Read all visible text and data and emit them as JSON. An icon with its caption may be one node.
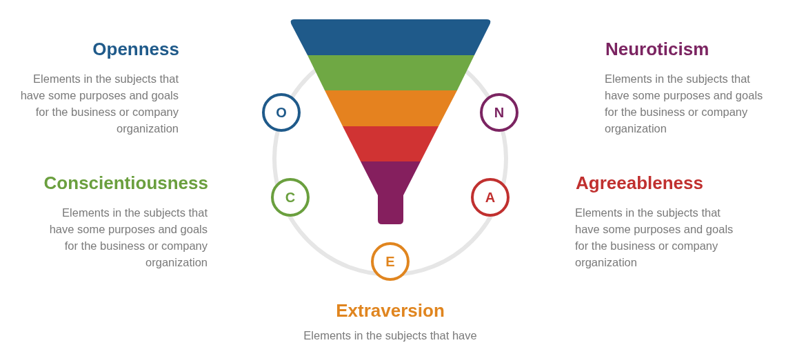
{
  "diagram": {
    "nodes": [
      {
        "text": [
          "O"
        ]
      },
      {
        "text": [
          "N"
        ]
      },
      {
        "text": [
          "C"
        ]
      },
      {
        "text": [
          "A"
        ]
      },
      {
        "text": [
          "E"
        ]
      }
    ],
    "labels": [
      "Openness",
      "Neuroticism",
      "Elements in the subjects that have some purposes and goals for the  business or company organization",
      "Elements in the subjects that have some purposes and goals for the  business or company organization",
      "Conscientiousness",
      "Agreeableness",
      "Elements in the subjects that have some purposes and goals for the  business or company organization",
      "Elements in the subjects that have some purposes and goals for the  business or company organization",
      "Extraversion",
      "Elements in the subjects that have"
    ]
  }
}
